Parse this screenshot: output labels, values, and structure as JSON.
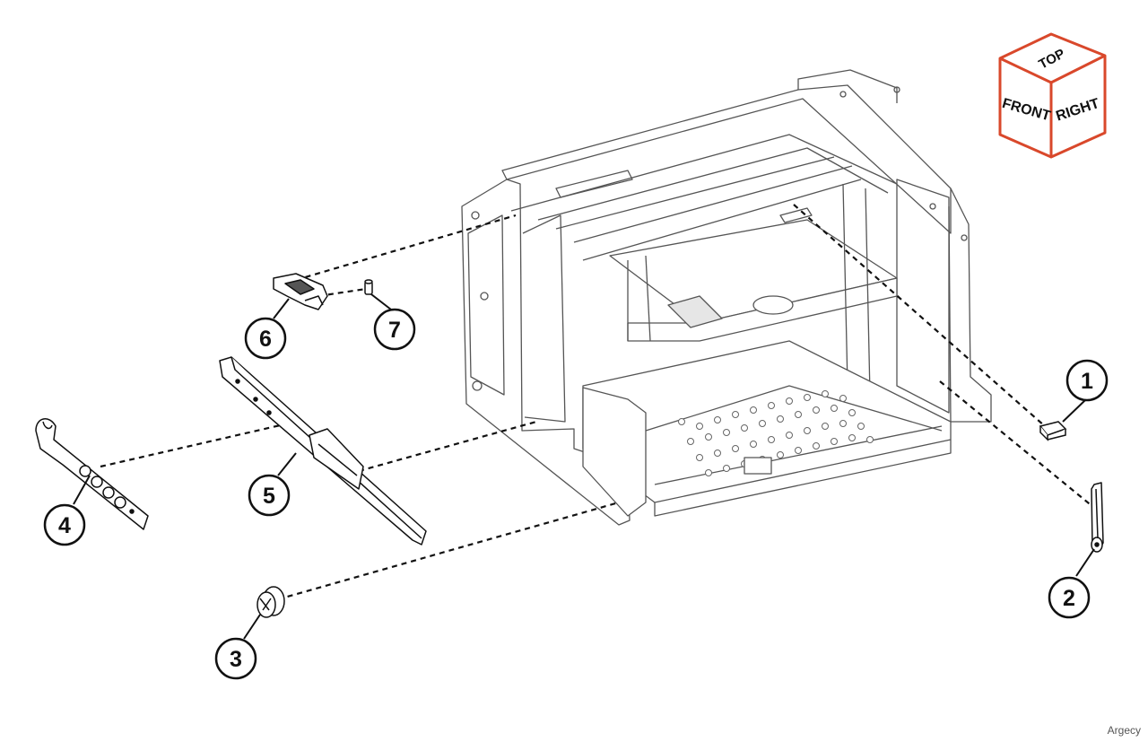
{
  "orientation_cube": {
    "top_label": "TOP",
    "front_label": "FRONT",
    "right_label": "RIGHT",
    "edge_color": "#d9482b"
  },
  "callouts": [
    {
      "id": "1",
      "label": "1"
    },
    {
      "id": "2",
      "label": "2"
    },
    {
      "id": "3",
      "label": "3"
    },
    {
      "id": "4",
      "label": "4"
    },
    {
      "id": "5",
      "label": "5"
    },
    {
      "id": "6",
      "label": "6"
    },
    {
      "id": "7",
      "label": "7"
    }
  ],
  "watermark": "Argecy"
}
